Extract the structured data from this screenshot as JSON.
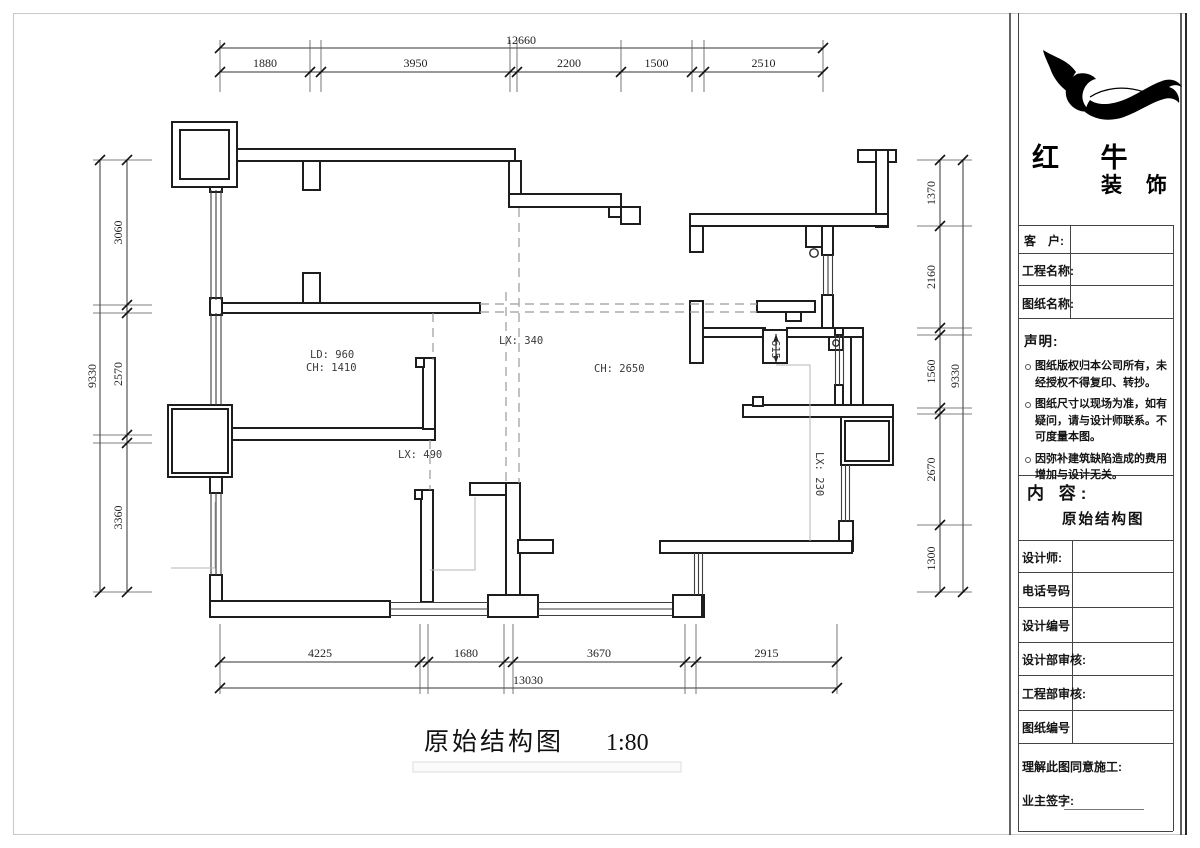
{
  "sheet": {
    "bg": "#ffffff",
    "frame_color": "#c9c9c9",
    "line_color": "#1d1d1d"
  },
  "title": {
    "name": "原始结构图",
    "scale": "1:80"
  },
  "brand": {
    "line1": "红 牛",
    "line2": "装 饰"
  },
  "title_block": {
    "fields_top": [
      {
        "label": "客　户:"
      },
      {
        "label": "工程名称:"
      },
      {
        "label": "图纸名称:"
      }
    ],
    "statement": {
      "heading": "声明:",
      "items": [
        "图纸版权归本公司所有，未经授权不得复印、转抄。",
        "图纸尺寸以现场为准，如有疑问，请与设计师联系。不可度量本图。",
        "因弥补建筑缺陷造成的费用增加与设计无关。"
      ]
    },
    "content": {
      "heading": "内 容:",
      "value": "原始结构图"
    },
    "fields_bottom": [
      {
        "label": "设计师:"
      },
      {
        "label": "电话号码"
      },
      {
        "label": "设计编号"
      },
      {
        "label": "设计部审核:"
      },
      {
        "label": "工程部审核:"
      },
      {
        "label": "图纸编号"
      }
    ],
    "footer": {
      "line1": "理解此图同意施工:",
      "line2": "业主签字:"
    }
  },
  "dimensions": {
    "top": {
      "overall": "12660",
      "segments": [
        "1880",
        "3950",
        "2200",
        "1500",
        "2510"
      ]
    },
    "bottom": {
      "overall": "13030",
      "segments": [
        "4225",
        "1680",
        "3670",
        "2915"
      ]
    },
    "left": {
      "overall": "9330",
      "segments": [
        "3060",
        "2570",
        "3360"
      ]
    },
    "right": {
      "overall": "9330",
      "segments": [
        "1370",
        "2160",
        "1560",
        "2670",
        "1300"
      ]
    },
    "interior": [
      {
        "text": "615"
      }
    ]
  },
  "plan_labels": [
    {
      "text": "LD: 960"
    },
    {
      "text": "CH: 1410"
    },
    {
      "text": "LX: 340"
    },
    {
      "text": "CH: 2650"
    },
    {
      "text": "LX: 490"
    },
    {
      "text": "LX: 230"
    }
  ]
}
